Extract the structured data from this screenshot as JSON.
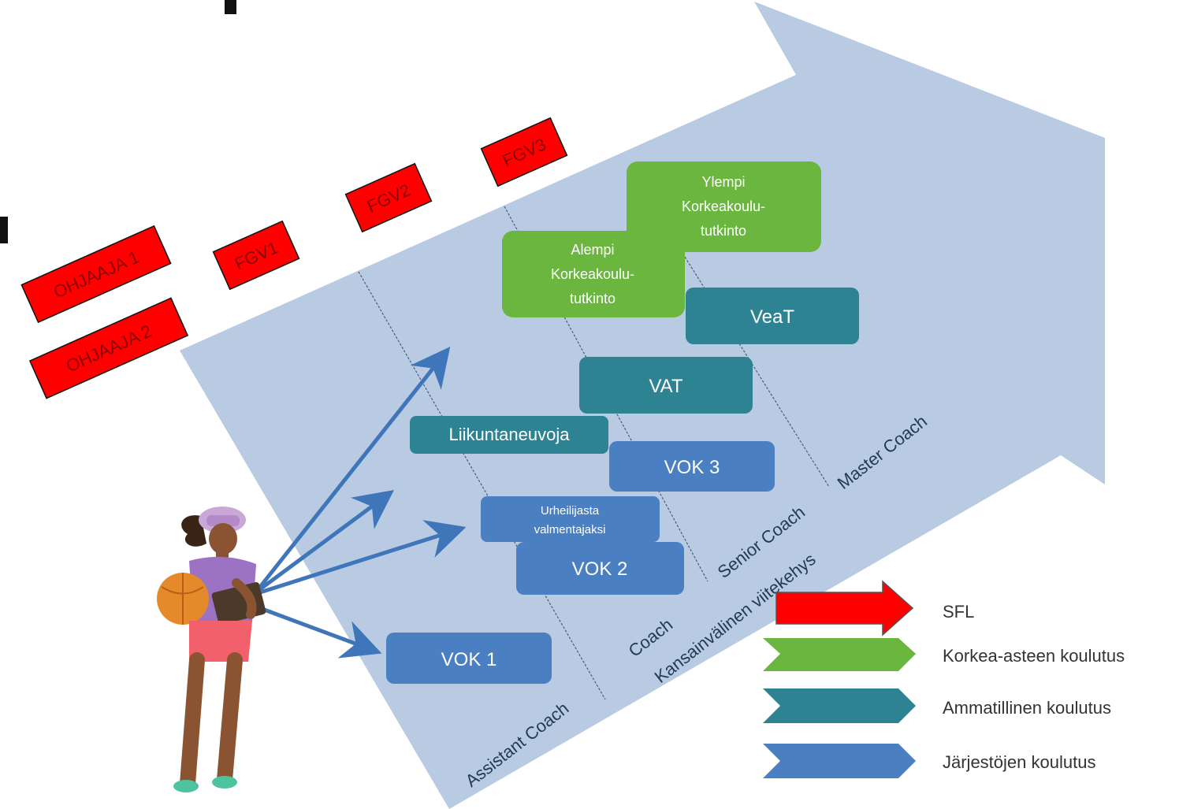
{
  "levels": {
    "assistant": "Assistant Coach",
    "coach": "Coach",
    "senior": "Senior Coach",
    "master": "Master Coach"
  },
  "framework": "Kansainvälinen viitekehys",
  "boxes": {
    "vok1": "VOK 1",
    "vok2": "VOK 2",
    "vok3": "VOK 3",
    "urheilijasta": [
      "Urheilijasta",
      "valmentajaksi"
    ],
    "liikuntaneuvoja": "Liikuntaneuvoja",
    "vat": "VAT",
    "veat": "VeaT",
    "alempi": [
      "Alempi",
      "Korkeakoulu-",
      "tutkinto"
    ],
    "ylempi": [
      "Ylempi",
      "Korkeakoulu-",
      "tutkinto"
    ]
  },
  "tags": {
    "ohjaaja1": "OHJAAJA 1",
    "ohjaaja2": "OHJAAJA 2",
    "fgv1": "FGV1",
    "fgv2": "FGV2",
    "fgv3": "FGV3"
  },
  "legend": {
    "sfl": "SFL",
    "korkea": "Korkea-asteen koulutus",
    "ammatillinen": "Ammatillinen koulutus",
    "jarjestojen": "Järjestöjen koulutus"
  },
  "colors": {
    "arrow": "#b4c7e0",
    "green": "#6ab63f",
    "teal": "#2e8393",
    "blue": "#4a7fc1",
    "red": "#ff0000",
    "pathArrow": "#3f76b9"
  }
}
